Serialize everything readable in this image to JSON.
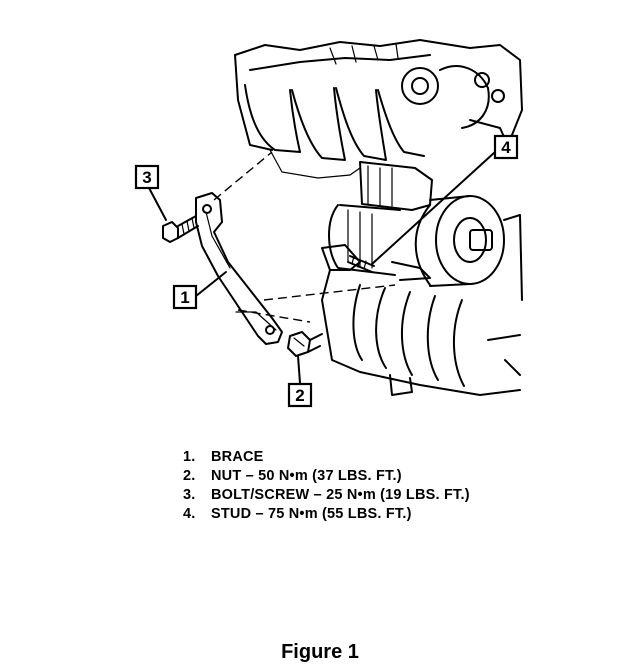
{
  "callouts": [
    {
      "id": "1",
      "label": "1"
    },
    {
      "id": "2",
      "label": "2"
    },
    {
      "id": "3",
      "label": "3"
    },
    {
      "id": "4",
      "label": "4"
    }
  ],
  "legend": [
    {
      "number": "1.",
      "text": "BRACE"
    },
    {
      "number": "2.",
      "text": "NUT – 50 N•m (37 LBS. FT.)"
    },
    {
      "number": "3.",
      "text": "BOLT/SCREW – 25 N•m (19 LBS. FT.)"
    },
    {
      "number": "4.",
      "text": "STUD – 75 N•m (55 LBS. FT.)"
    }
  ],
  "caption": "Figure 1"
}
